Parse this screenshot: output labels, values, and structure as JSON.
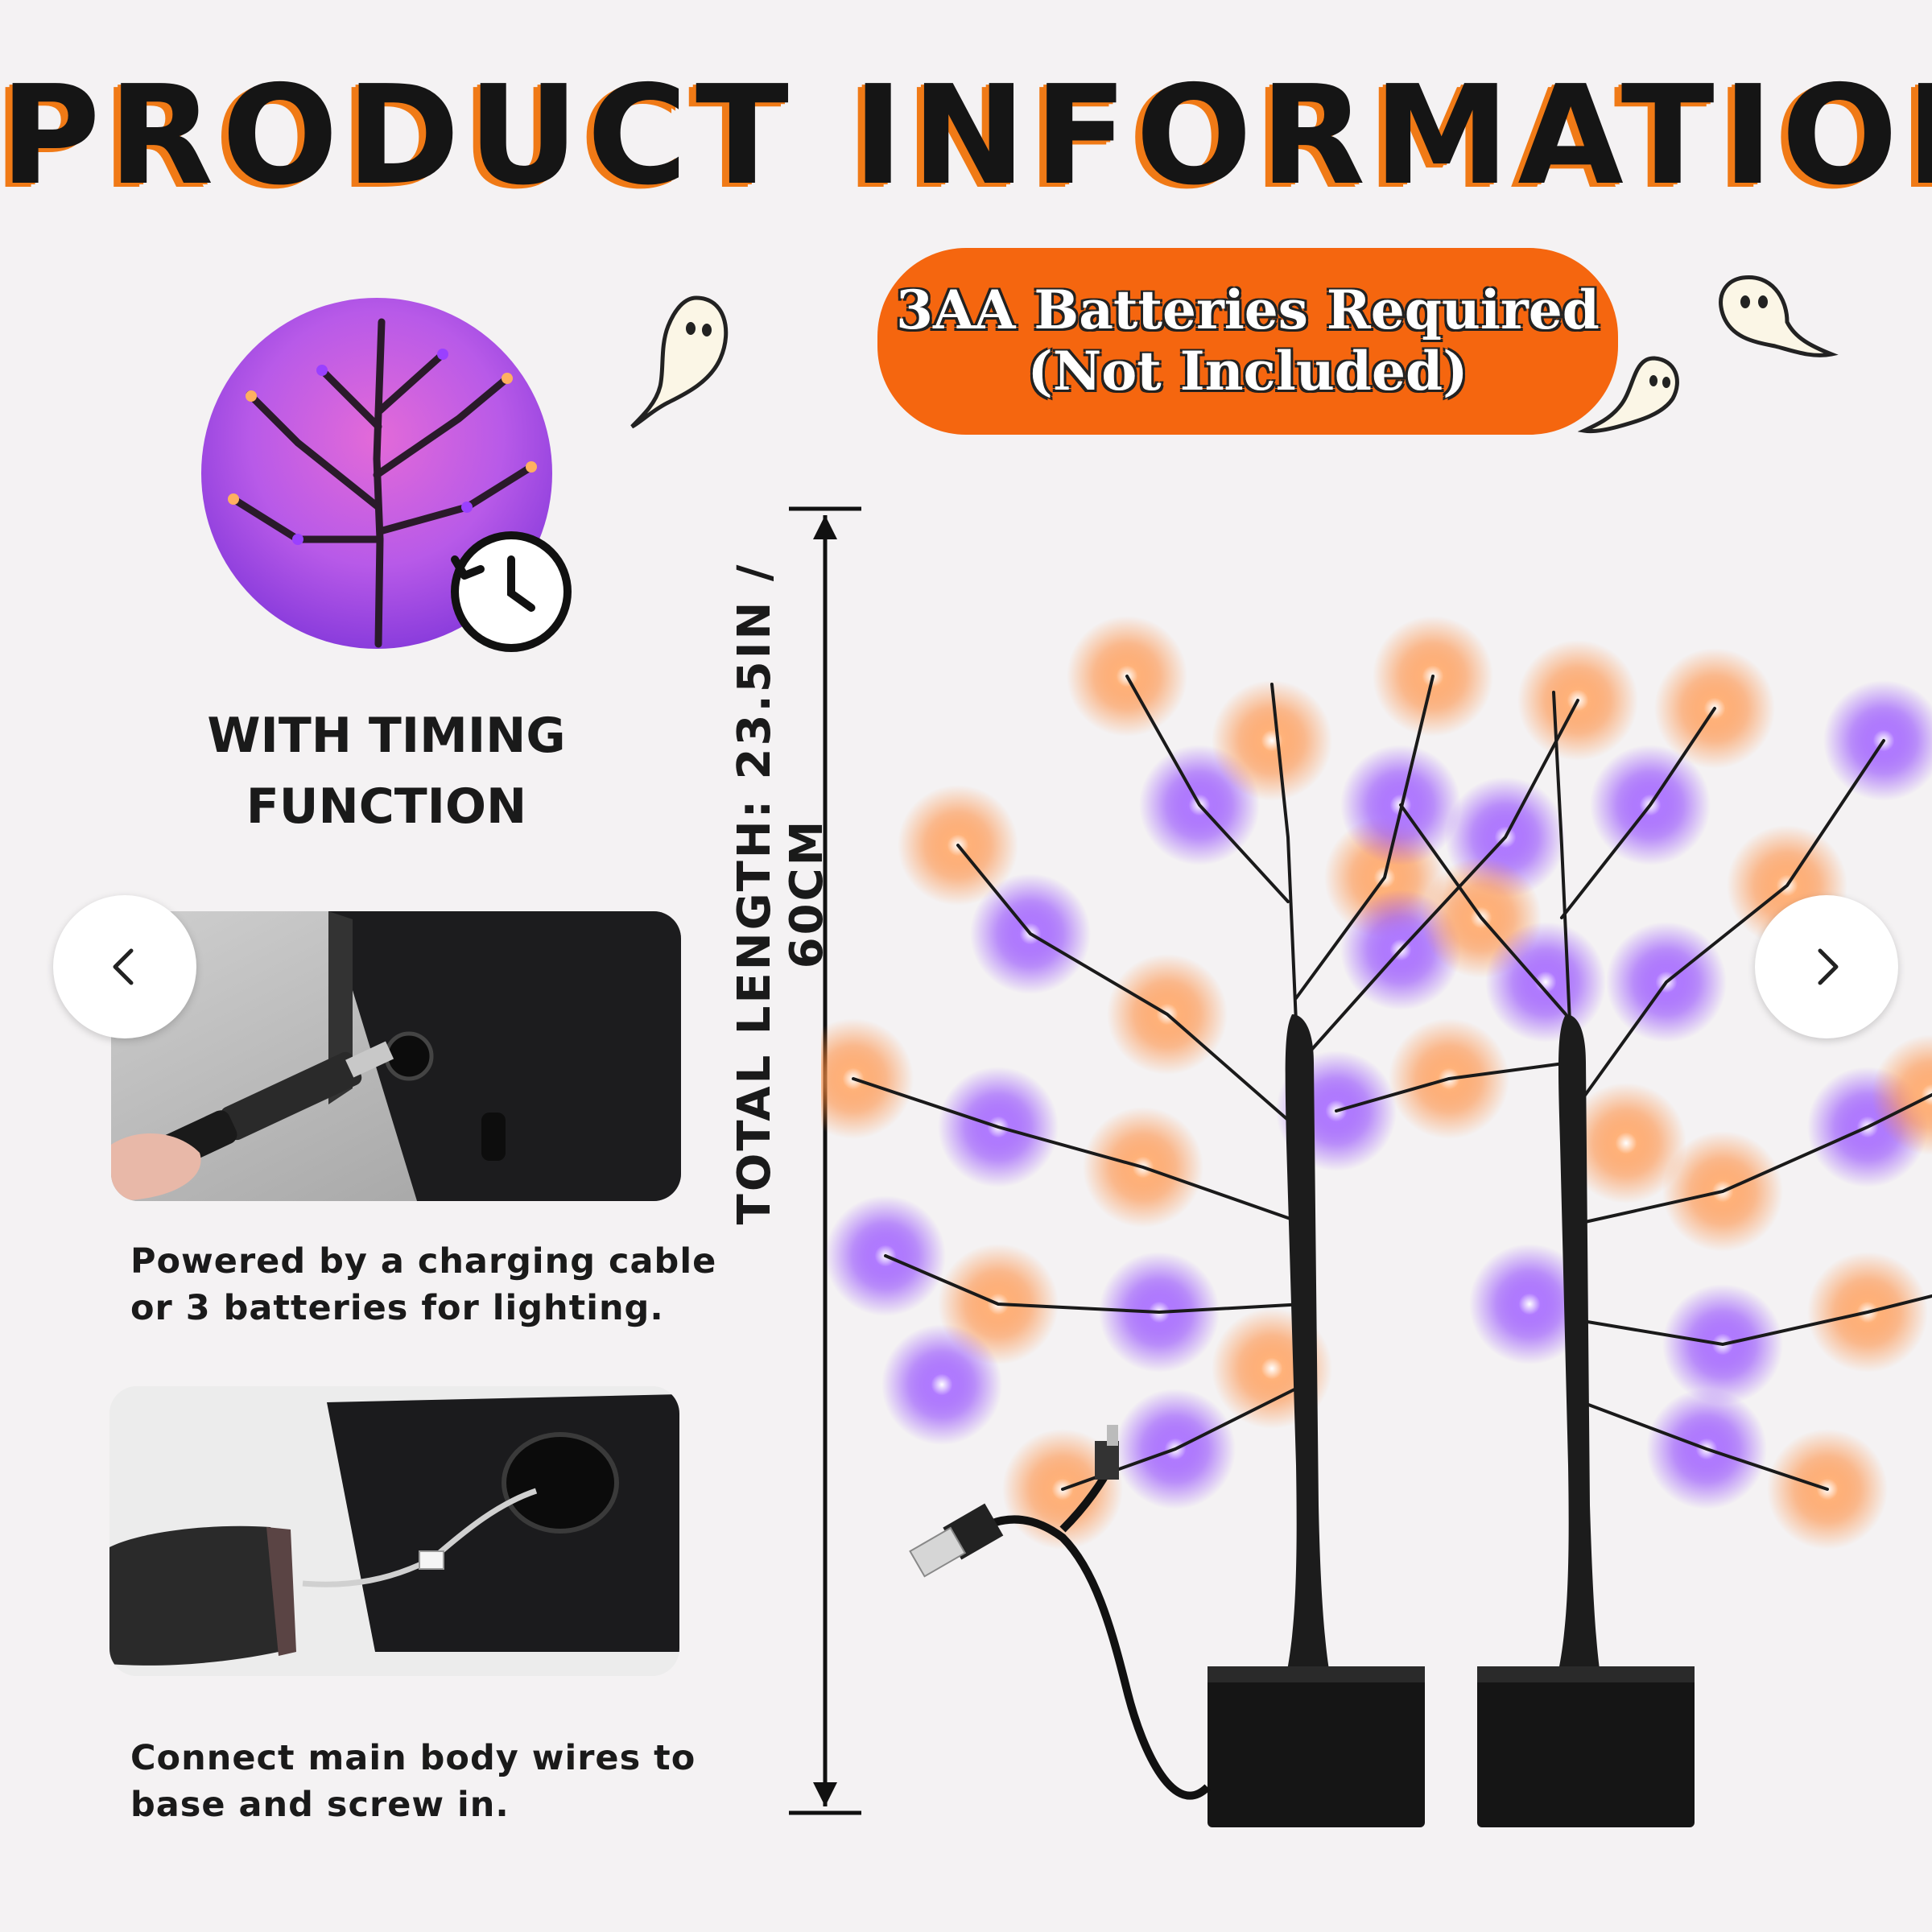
{
  "header": {
    "title": "PRODUCT INFORMATION"
  },
  "badge": {
    "line1": "3AA Batteries Required",
    "line2": "(Not Included)"
  },
  "features": {
    "timing": {
      "line1": "WITH TIMING",
      "line2": "FUNCTION"
    },
    "power": {
      "line1": "Powered by a charging cable",
      "line2": "or 3 batteries for lighting."
    },
    "connect": {
      "line1": "Connect main body wires to",
      "line2": "base and screw in."
    }
  },
  "dimension": {
    "text": "TOTAL LENGTH:  23.5IN / 60CM"
  },
  "navigation": {
    "prev_icon": "chevron-left-icon",
    "next_icon": "chevron-right-icon"
  },
  "colors": {
    "accent_orange": "#f5660f",
    "title_shadow": "#f07a16",
    "light_purple": "#8a3cff",
    "light_orange": "#ff8a3a",
    "background": "#f4f2f3"
  }
}
